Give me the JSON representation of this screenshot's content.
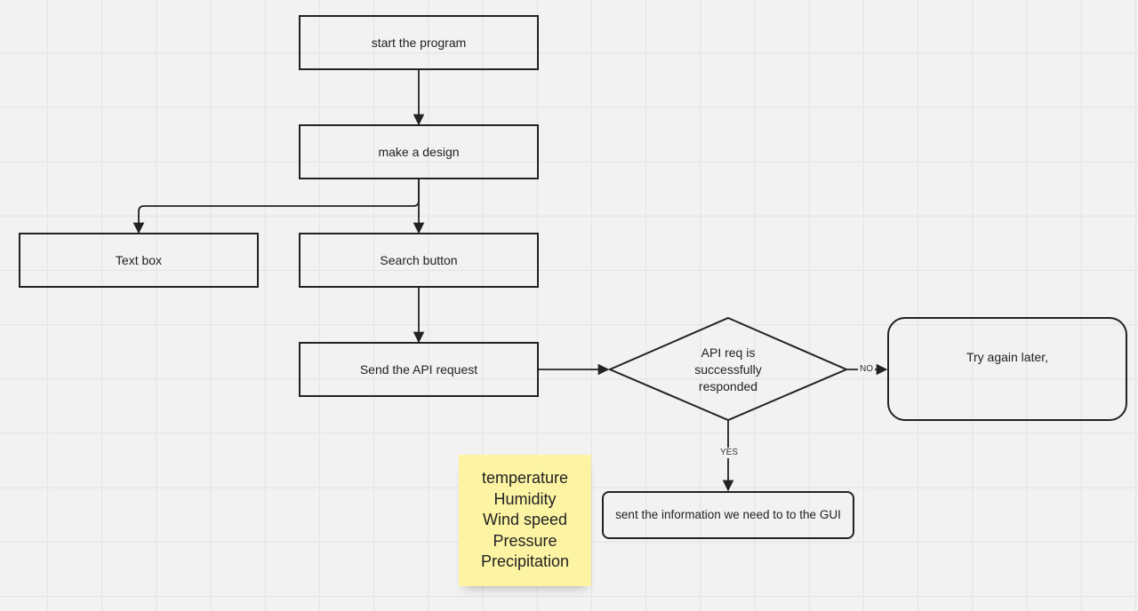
{
  "nodes": {
    "start": "start the program",
    "design": "make a design",
    "textbox": "Text box",
    "search": "Search button",
    "send": "Send the API request",
    "decision": [
      "API req is",
      "successfully",
      "responded"
    ],
    "try_again": "Try again later,",
    "sent": "sent the information we need to to the GUI"
  },
  "edge_labels": {
    "no": "NO",
    "yes": "YES"
  },
  "sticky_note": {
    "lines": [
      "temperature",
      "Humidity",
      "Wind speed",
      "Pressure",
      "Precipitation"
    ],
    "color": "#fdf4a3"
  },
  "colors": {
    "canvas": "#f2f2f2",
    "grid": "#e2e2e2",
    "stroke": "#222222"
  }
}
